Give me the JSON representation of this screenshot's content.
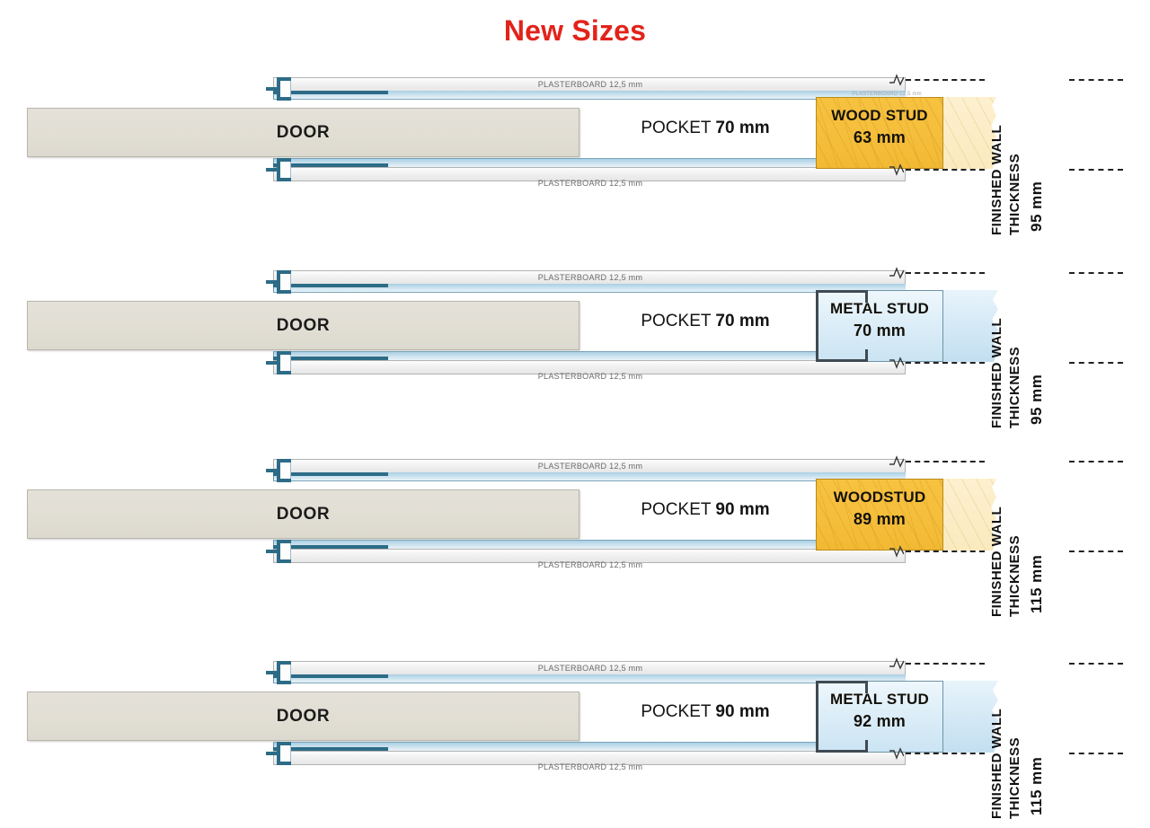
{
  "title": "New Sizes",
  "colors": {
    "title_red": "#e2231a",
    "door_fill": "#e1ded4",
    "wood_fill": "#f5bf3c",
    "metal_fill": "#ddeef8",
    "track_teal": "#2d6c87",
    "plasterboard_gray": "#f2f2f2"
  },
  "common": {
    "door_label": "DOOR",
    "plasterboard_label": "PLASTERBOARD 12,5 mm",
    "plasterboard_small_label": "PLASTERBOARD 12,5 mm",
    "finished_wall_line1": "FINISHED WALL",
    "finished_wall_line2": "THICKNESS"
  },
  "rows": [
    {
      "id": "row-1",
      "door": "DOOR",
      "pocket_name": "POCKET",
      "pocket_value": "70 mm",
      "stud_type": "wood",
      "stud_name": "WOOD STUD",
      "stud_value": "63 mm",
      "plasterboard": "PLASTERBOARD 12,5 mm",
      "plasterboard_small": "PLASTERBOARD 12,5 mm",
      "wall_label_1": "FINISHED WALL",
      "wall_label_2": "THICKNESS",
      "wall_thickness": "95 mm"
    },
    {
      "id": "row-2",
      "door": "DOOR",
      "pocket_name": "POCKET",
      "pocket_value": "70 mm",
      "stud_type": "metal",
      "stud_name": "METAL STUD",
      "stud_value": "70 mm",
      "plasterboard": "PLASTERBOARD 12,5 mm",
      "plasterboard_small": "",
      "wall_label_1": "FINISHED WALL",
      "wall_label_2": "THICKNESS",
      "wall_thickness": "95 mm"
    },
    {
      "id": "row-3",
      "door": "DOOR",
      "pocket_name": "POCKET",
      "pocket_value": "90 mm",
      "stud_type": "wood",
      "stud_name": "WOODSTUD",
      "stud_value": "89 mm",
      "plasterboard": "PLASTERBOARD 12,5 mm",
      "plasterboard_small": "",
      "wall_label_1": "FINISHED WALL",
      "wall_label_2": "THICKNESS",
      "wall_thickness": "115 mm"
    },
    {
      "id": "row-4",
      "door": "DOOR",
      "pocket_name": "POCKET",
      "pocket_value": "90 mm",
      "stud_type": "metal",
      "stud_name": "METAL STUD",
      "stud_value": "92 mm",
      "plasterboard": "PLASTERBOARD 12,5 mm",
      "plasterboard_small": "",
      "wall_label_1": "FINISHED WALL",
      "wall_label_2": "THICKNESS",
      "wall_thickness": "115 mm"
    }
  ]
}
